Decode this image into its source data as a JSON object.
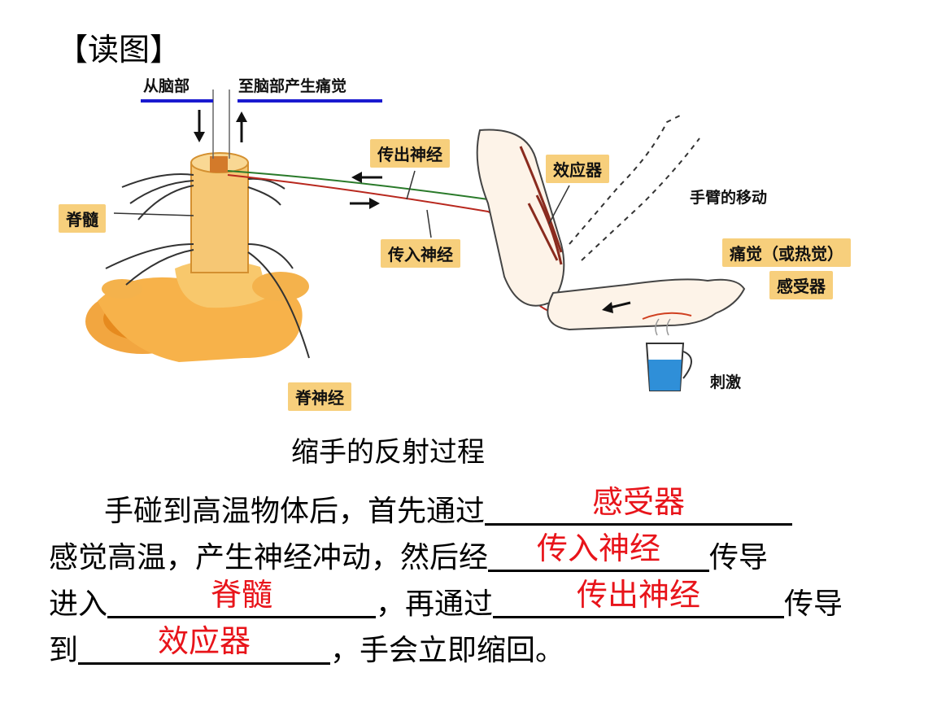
{
  "heading": "【读图】",
  "diagram": {
    "labels": {
      "from_brain": "从脑部",
      "to_brain": "至脑部产生痛觉",
      "efferent_nerve": "传出神经",
      "effector": "效应器",
      "arm_movement": "手臂的移动",
      "spinal_cord": "脊髓",
      "afferent_nerve": "传入神经",
      "pain_receptor_line1": "痛觉（或热觉）",
      "pain_receptor_line2": "感受器",
      "spinal_nerve": "脊神经",
      "stimulus": "刺激"
    },
    "caption": "缩手的反射过程"
  },
  "passage": {
    "l1_a": "手碰到高温物体后，首先通过",
    "l2_a": "感觉高温，产生神经冲动，然后经",
    "l2_b": "传导",
    "l3_a": "进入",
    "l3_b": "，再通过",
    "l3_c": "传导",
    "l4_a": "到",
    "l4_b": "，手会立即缩回。",
    "answers": {
      "receptor": "感受器",
      "afferent": "传入神经",
      "spinal": "脊髓",
      "efferent": "传出神经",
      "effector": "效应器"
    }
  },
  "colors": {
    "answer": "#e8141a",
    "label_box": "#f7cf7c",
    "underline_blue": "#1a1ad0"
  }
}
